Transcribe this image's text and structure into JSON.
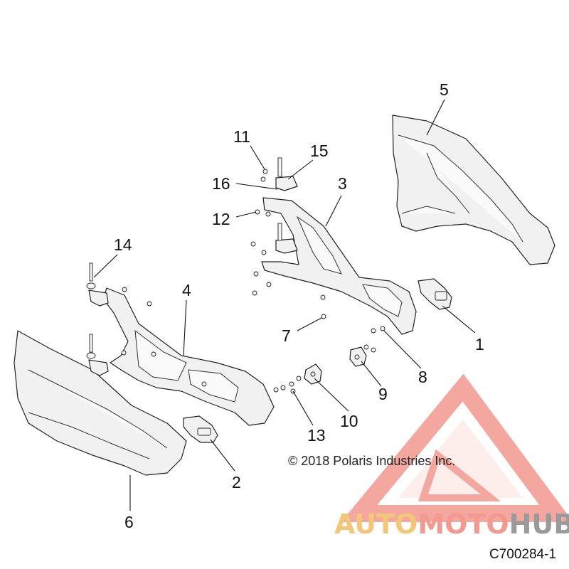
{
  "callouts": [
    {
      "id": "1",
      "label": "1"
    },
    {
      "id": "2",
      "label": "2"
    },
    {
      "id": "3",
      "label": "3"
    },
    {
      "id": "4",
      "label": "4"
    },
    {
      "id": "5",
      "label": "5"
    },
    {
      "id": "6",
      "label": "6"
    },
    {
      "id": "7",
      "label": "7"
    },
    {
      "id": "8",
      "label": "8"
    },
    {
      "id": "9",
      "label": "9"
    },
    {
      "id": "10",
      "label": "10"
    },
    {
      "id": "11",
      "label": "11"
    },
    {
      "id": "12",
      "label": "12"
    },
    {
      "id": "13",
      "label": "13"
    },
    {
      "id": "14",
      "label": "14"
    },
    {
      "id": "15",
      "label": "15"
    },
    {
      "id": "16",
      "label": "16"
    }
  ],
  "copyright": "© 2018 Polaris Industries Inc.",
  "figure_id": "C700284-1",
  "watermark": {
    "part1": "AUTO",
    "part2": "MOTO",
    "part3": "HUB",
    "colors": {
      "auto": "#f3c77a",
      "moto": "#f29a90",
      "hub": "#9a9a9a",
      "triangle": "#f08a80"
    }
  }
}
